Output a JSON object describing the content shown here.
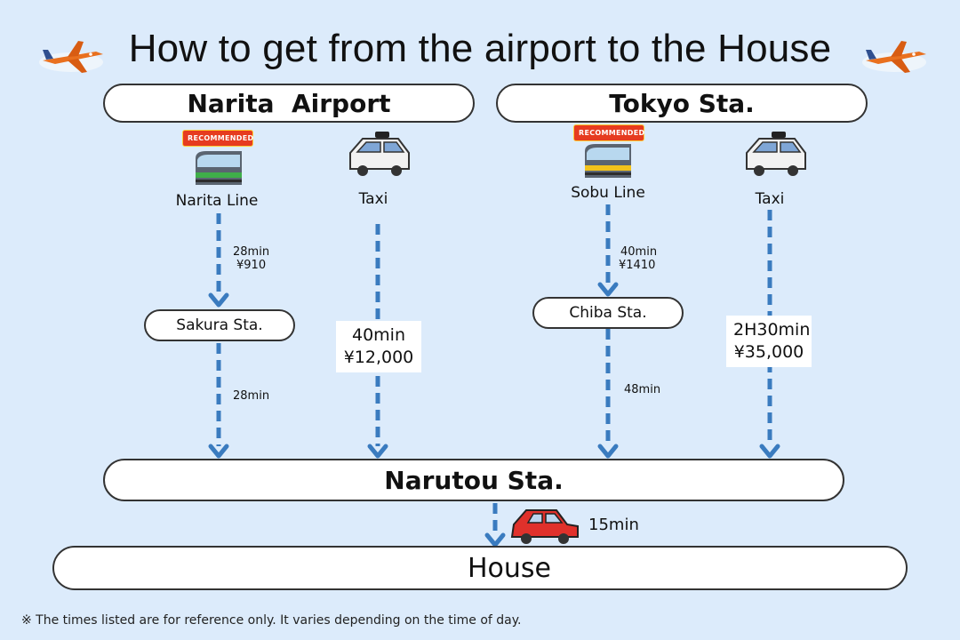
{
  "title": "How to get from the airport to the House",
  "origins": {
    "narita": "Narita  Airport",
    "tokyo": "Tokyo Sta."
  },
  "badge": "RECOMMENDED",
  "routes": {
    "narita_line": {
      "name": "Narita Line",
      "leg1_time": "28min",
      "leg1_fare": "¥910",
      "transfer": "Sakura Sta.",
      "leg2_time": "28min"
    },
    "narita_taxi": {
      "name": "Taxi",
      "time": "40min",
      "fare": "¥12,000"
    },
    "sobu_line": {
      "name": "Sobu Line",
      "leg1_time": "40min",
      "leg1_fare": "¥1410",
      "transfer": "Chiba Sta.",
      "leg2_time": "48min"
    },
    "tokyo_taxi": {
      "name": "Taxi",
      "time": "2H30min",
      "fare": "¥35,000"
    }
  },
  "narutou": "Narutou Sta.",
  "car_time": "15min",
  "house": "House",
  "note": "※ The times listed are for reference only. It varies depending on the time of day.",
  "colors": {
    "background": "#dcebfb",
    "arrow": "#3a7bbf",
    "badge": "#e63b1f",
    "car": "#e0312b",
    "house_icon": "#d93a2b"
  },
  "icons": [
    "airplane-icon",
    "train-icon",
    "taxi-icon",
    "car-icon",
    "house-icon"
  ]
}
